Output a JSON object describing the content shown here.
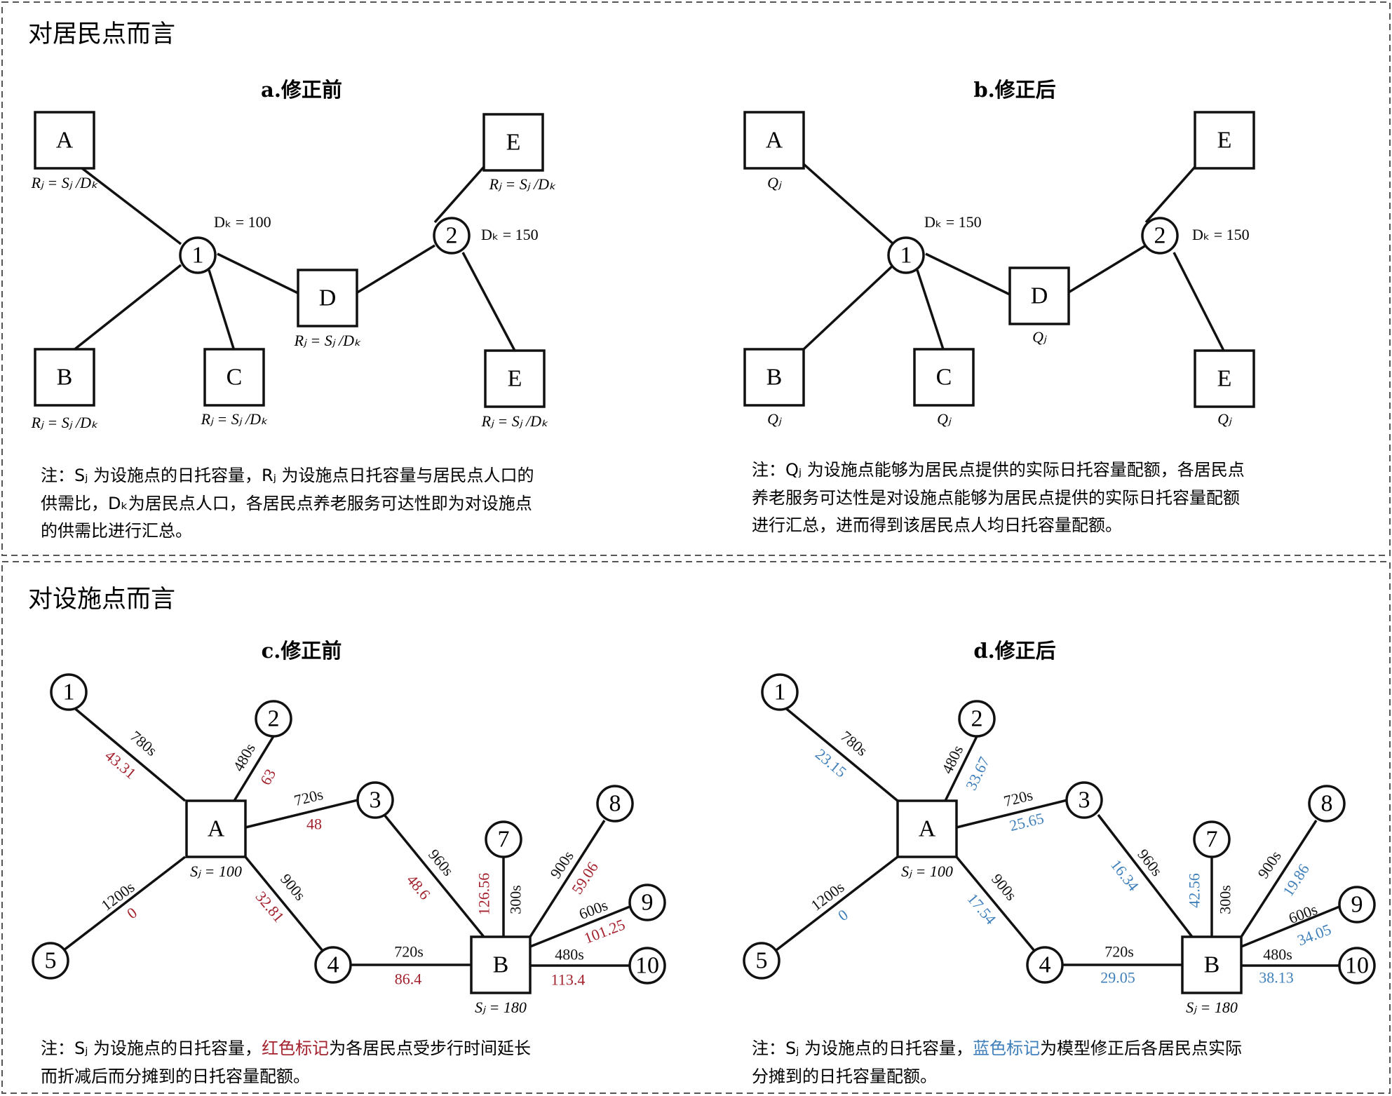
{
  "sections": {
    "top_title": "对居民点而言",
    "bottom_title": "对设施点而言"
  },
  "panels": {
    "a": {
      "title": "a.修正前",
      "dk1": "Dₖ = 100",
      "dk2": "Dₖ = 150"
    },
    "b": {
      "title": "b.修正后",
      "dk1": "Dₖ = 150",
      "dk2": "Dₖ = 150"
    },
    "c": {
      "title": "c.修正前"
    },
    "d": {
      "title": "d.修正后"
    }
  },
  "formulas": {
    "r": "Rⱼ = Sⱼ /Dₖ",
    "q": "Qⱼ"
  },
  "capacities": {
    "a": "Sⱼ = 100",
    "b": "Sⱼ = 180"
  },
  "walk_times": {
    "1_A": "780s",
    "2_A": "480s",
    "3_A": "720s",
    "5_A": "1200s",
    "4_A": "900s",
    "4_B": "720s",
    "3_B": "960s",
    "7_B": "300s",
    "8_B": "900s",
    "9_B": "600s",
    "10_B": "480s"
  },
  "allocations_before": {
    "1_A": "43.31",
    "2_A": "63",
    "3_A": "48",
    "5_A": "0",
    "4_A": "32.81",
    "4_B": "86.4",
    "3_B": "48.6",
    "7_B": "126.56",
    "8_B": "59.06",
    "9_B": "101.25",
    "10_B": "113.4"
  },
  "allocations_after": {
    "1_A": "23.15",
    "2_A": "33.67",
    "3_A": "25.65",
    "5_A": "0",
    "4_A": "17.54",
    "4_B": "29.05",
    "3_B": "16.34",
    "7_B": "42.56",
    "8_B": "19.86",
    "9_B": "34.05",
    "10_B": "38.13"
  },
  "notes": {
    "a": [
      "注：Sⱼ 为设施点的日托容量，Rⱼ 为设施点日托容量与居民点人口的",
      "供需比，Dₖ为居民点人口，各居民点养老服务可达性即为对设施点",
      "的供需比进行汇总。"
    ],
    "b": [
      "注：Qⱼ 为设施点能够为居民点提供的实际日托容量配额，各居民点",
      "养老服务可达性是对设施点能够为居民点提供的实际日托容量配额",
      "进行汇总，进而得到该居民点人均日托容量配额。"
    ],
    "c": {
      "prefix": "注：Sⱼ 为设施点的日托容量，",
      "highlight": "红色标记",
      "suffix": "为各居民点受步行时间延长",
      "line2": "而折减后而分摊到的日托容量配额。"
    },
    "d": {
      "prefix": "注：Sⱼ 为设施点的日托容量，",
      "highlight": "蓝色标记",
      "suffix": "为模型修正后各居民点实际",
      "line2": "分摊到的日托容量配额。"
    }
  },
  "colors": {
    "reduced_allocation": "#a3222d",
    "corrected_allocation": "#3f7fba"
  }
}
